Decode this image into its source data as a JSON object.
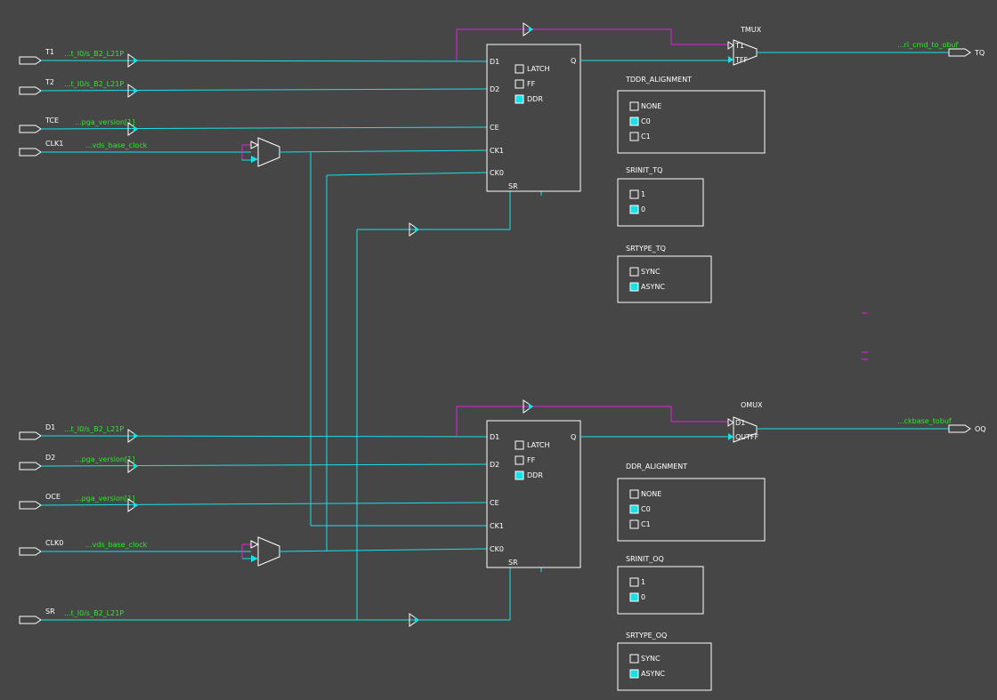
{
  "ports_in": [
    {
      "id": "T1",
      "label": "T1",
      "net": "...t_I0/s_B2_L21P"
    },
    {
      "id": "T2",
      "label": "T2",
      "net": "...t_I0/s_B2_L21P"
    },
    {
      "id": "TCE",
      "label": "TCE",
      "net": "...pga_version[1]"
    },
    {
      "id": "CLK1",
      "label": "CLK1",
      "net": "...vds_base_clock"
    },
    {
      "id": "D1",
      "label": "D1",
      "net": "...t_I0/s_B2_L21P"
    },
    {
      "id": "D2",
      "label": "D2",
      "net": "...pga_version[1]"
    },
    {
      "id": "OCE",
      "label": "OCE",
      "net": "...pga_version[1]"
    },
    {
      "id": "CLK0",
      "label": "CLK0",
      "net": "...vds_base_clock"
    },
    {
      "id": "SR",
      "label": "SR",
      "net": "...t_I0/s_B2_L21P"
    }
  ],
  "ports_out": [
    {
      "id": "TQ",
      "label": "TQ",
      "net": "...ri_cmd_to_obuf"
    },
    {
      "id": "OQ",
      "label": "OQ",
      "net": "...ckbase_tobuf"
    }
  ],
  "flipflops": [
    {
      "id": "tff",
      "pins_left": [
        "D1",
        "D2",
        "CE",
        "CK1",
        "CK0"
      ],
      "pin_bottom": "SR",
      "pin_right": "Q",
      "modes": [
        {
          "label": "LATCH",
          "checked": false
        },
        {
          "label": "FF",
          "checked": false
        },
        {
          "label": "DDR",
          "checked": true
        }
      ]
    },
    {
      "id": "off",
      "pins_left": [
        "D1",
        "D2",
        "CE",
        "CK1",
        "CK0"
      ],
      "pin_bottom": "SR",
      "pin_right": "Q",
      "modes": [
        {
          "label": "LATCH",
          "checked": false
        },
        {
          "label": "FF",
          "checked": false
        },
        {
          "label": "DDR",
          "checked": true
        }
      ]
    }
  ],
  "muxes": [
    {
      "id": "tmux",
      "title": "TMUX",
      "inputs": [
        "T1",
        "TFF"
      ]
    },
    {
      "id": "omux",
      "title": "OMUX",
      "inputs": [
        "D1",
        "OUTFF"
      ]
    }
  ],
  "option_groups": [
    {
      "id": "tddr",
      "title": "TDDR_ALIGNMENT",
      "options": [
        {
          "label": "NONE",
          "checked": false
        },
        {
          "label": "C0",
          "checked": true
        },
        {
          "label": "C1",
          "checked": false
        }
      ]
    },
    {
      "id": "srinit_tq",
      "title": "SRINIT_TQ",
      "options": [
        {
          "label": "1",
          "checked": false
        },
        {
          "label": "0",
          "checked": true
        }
      ]
    },
    {
      "id": "srtype_tq",
      "title": "SRTYPE_TQ",
      "options": [
        {
          "label": "SYNC",
          "checked": false
        },
        {
          "label": "ASYNC",
          "checked": true
        }
      ]
    },
    {
      "id": "ddr",
      "title": "DDR_ALIGNMENT",
      "options": [
        {
          "label": "NONE",
          "checked": false
        },
        {
          "label": "C0",
          "checked": true
        },
        {
          "label": "C1",
          "checked": false
        }
      ]
    },
    {
      "id": "srinit_oq",
      "title": "SRINIT_OQ",
      "options": [
        {
          "label": "1",
          "checked": false
        },
        {
          "label": "0",
          "checked": true
        }
      ]
    },
    {
      "id": "srtype_oq",
      "title": "SRTYPE_OQ",
      "options": [
        {
          "label": "SYNC",
          "checked": false
        },
        {
          "label": "ASYNC",
          "checked": true
        }
      ]
    }
  ],
  "colors": {
    "background": "#464646",
    "wire": "#18e0e8",
    "inverted_wire": "#e020e0",
    "net_label": "#2ee82e",
    "text": "#ffffff",
    "checked": "#18e0e8"
  }
}
